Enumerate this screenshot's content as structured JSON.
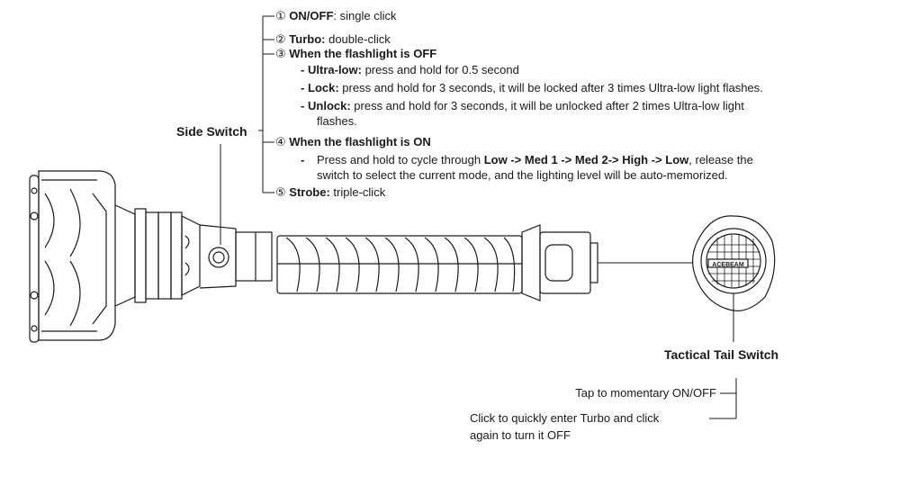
{
  "side_switch": {
    "label": "Side Switch",
    "items": [
      {
        "num": "①",
        "title": "ON/OFF",
        "sep": ": ",
        "desc": "single click"
      },
      {
        "num": "②",
        "title": "Turbo:",
        "sep": " ",
        "desc": "double-click"
      },
      {
        "num": "③",
        "title": "When the flashlight is OFF"
      },
      {
        "num": "④",
        "title": "When the flashlight is ON"
      },
      {
        "num": "⑤",
        "title": "Strobe:",
        "sep": " ",
        "desc": "triple-click"
      }
    ],
    "off_details": [
      {
        "title": "Ultra-low:",
        "desc": " press and hold for 0.5 second"
      },
      {
        "title": "Lock:",
        "desc": " press and hold for 3 seconds, it will be locked after 3 times Ultra-low light flashes."
      },
      {
        "title": "Unlock:",
        "desc": " press and hold for 3 seconds, it will be unlocked after 2 times Ultra-low light"
      },
      {
        "cont": "flashes."
      }
    ],
    "on_details": {
      "line1_pre": "Press and hold to cycle through ",
      "line1_bold": "Low -> Med 1 -> Med 2-> High -> Low",
      "line1_post": ", release the",
      "line2": "switch to select the current mode, and the lighting level will be auto-memorized."
    }
  },
  "tail_switch": {
    "label": "Tactical Tail Switch",
    "logo": "ACEBEAM",
    "tap": "Tap to momentary ON/OFF",
    "click_line1": "Click to quickly enter Turbo and click",
    "click_line2": "again to turn it OFF"
  },
  "colors": {
    "line": "#1a1a1a",
    "body": "#ffffff"
  }
}
